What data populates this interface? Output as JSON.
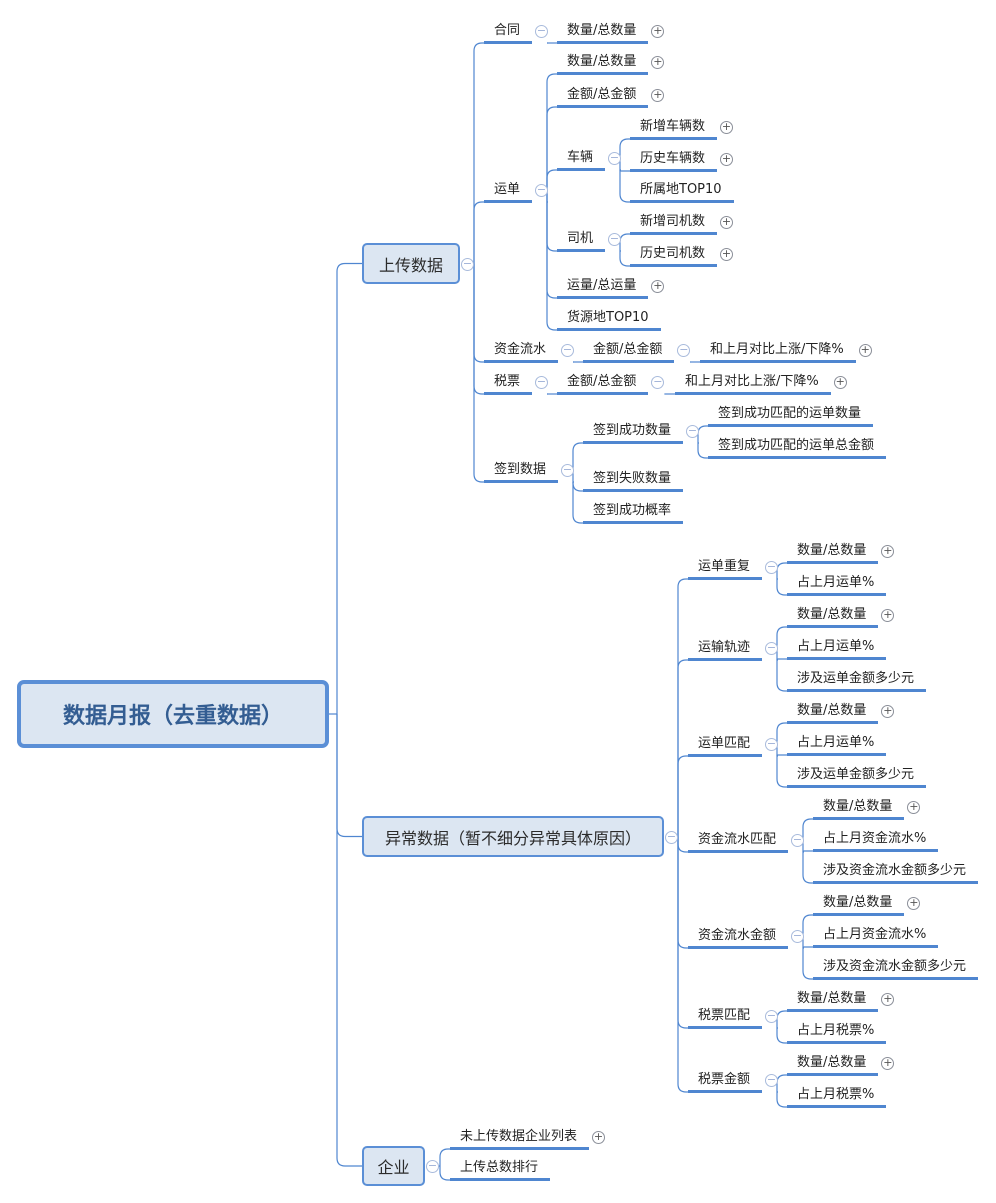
{
  "colors": {
    "line": "#4f86d0",
    "box_fill": "#dce6f2",
    "box_border": "#5b8fd6",
    "root_text": "#335d92"
  },
  "tree": {
    "label": "数据月报（去重数据）",
    "children": [
      {
        "label": "上传数据",
        "toggle": "collapse",
        "children": [
          {
            "label": "合同",
            "toggle": "collapse",
            "children": [
              {
                "label": "数量/总数量",
                "toggle": "expand"
              }
            ]
          },
          {
            "label": "运单",
            "toggle": "collapse",
            "children": [
              {
                "label": "数量/总数量",
                "toggle": "expand"
              },
              {
                "label": "金额/总金额",
                "toggle": "expand"
              },
              {
                "label": "车辆",
                "toggle": "collapse",
                "children": [
                  {
                    "label": "新增车辆数",
                    "toggle": "expand"
                  },
                  {
                    "label": "历史车辆数",
                    "toggle": "expand"
                  },
                  {
                    "label": "所属地TOP10"
                  }
                ]
              },
              {
                "label": "司机",
                "toggle": "collapse",
                "children": [
                  {
                    "label": "新增司机数",
                    "toggle": "expand"
                  },
                  {
                    "label": "历史司机数",
                    "toggle": "expand"
                  }
                ]
              },
              {
                "label": "运量/总运量",
                "toggle": "expand"
              },
              {
                "label": "货源地TOP10"
              }
            ]
          },
          {
            "label": "资金流水",
            "toggle": "collapse",
            "children": [
              {
                "label": "金额/总金额",
                "toggle": "collapse",
                "children": [
                  {
                    "label": "和上月对比上涨/下降%",
                    "toggle": "expand"
                  }
                ]
              }
            ]
          },
          {
            "label": "税票",
            "toggle": "collapse",
            "children": [
              {
                "label": "金额/总金额",
                "toggle": "collapse",
                "children": [
                  {
                    "label": "和上月对比上涨/下降%",
                    "toggle": "expand"
                  }
                ]
              }
            ]
          },
          {
            "label": "签到数据",
            "toggle": "collapse",
            "children": [
              {
                "label": "签到成功数量",
                "toggle": "collapse",
                "children": [
                  {
                    "label": "签到成功匹配的运单数量"
                  },
                  {
                    "label": "签到成功匹配的运单总金额"
                  }
                ]
              },
              {
                "label": "签到失败数量"
              },
              {
                "label": "签到成功概率"
              }
            ]
          }
        ]
      },
      {
        "label": "异常数据（暂不细分异常具体原因）",
        "toggle": "collapse",
        "children": [
          {
            "label": "运单重复",
            "toggle": "collapse",
            "children": [
              {
                "label": "数量/总数量",
                "toggle": "expand"
              },
              {
                "label": "占上月运单%"
              }
            ]
          },
          {
            "label": "运输轨迹",
            "toggle": "collapse",
            "children": [
              {
                "label": "数量/总数量",
                "toggle": "expand"
              },
              {
                "label": "占上月运单%"
              },
              {
                "label": "涉及运单金额多少元"
              }
            ]
          },
          {
            "label": "运单匹配",
            "toggle": "collapse",
            "children": [
              {
                "label": "数量/总数量",
                "toggle": "expand"
              },
              {
                "label": "占上月运单%"
              },
              {
                "label": "涉及运单金额多少元"
              }
            ]
          },
          {
            "label": "资金流水匹配",
            "toggle": "collapse",
            "children": [
              {
                "label": "数量/总数量",
                "toggle": "expand"
              },
              {
                "label": "占上月资金流水%"
              },
              {
                "label": "涉及资金流水金额多少元"
              }
            ]
          },
          {
            "label": "资金流水金额",
            "toggle": "collapse",
            "children": [
              {
                "label": "数量/总数量",
                "toggle": "expand"
              },
              {
                "label": "占上月资金流水%"
              },
              {
                "label": "涉及资金流水金额多少元"
              }
            ]
          },
          {
            "label": "税票匹配",
            "toggle": "collapse",
            "children": [
              {
                "label": "数量/总数量",
                "toggle": "expand"
              },
              {
                "label": "占上月税票%"
              }
            ]
          },
          {
            "label": "税票金额",
            "toggle": "collapse",
            "children": [
              {
                "label": "数量/总数量",
                "toggle": "expand"
              },
              {
                "label": "占上月税票%"
              }
            ]
          }
        ]
      },
      {
        "label": "企业",
        "toggle": "collapse",
        "children": [
          {
            "label": "未上传数据企业列表",
            "toggle": "expand"
          },
          {
            "label": "上传总数排行"
          }
        ]
      }
    ]
  }
}
